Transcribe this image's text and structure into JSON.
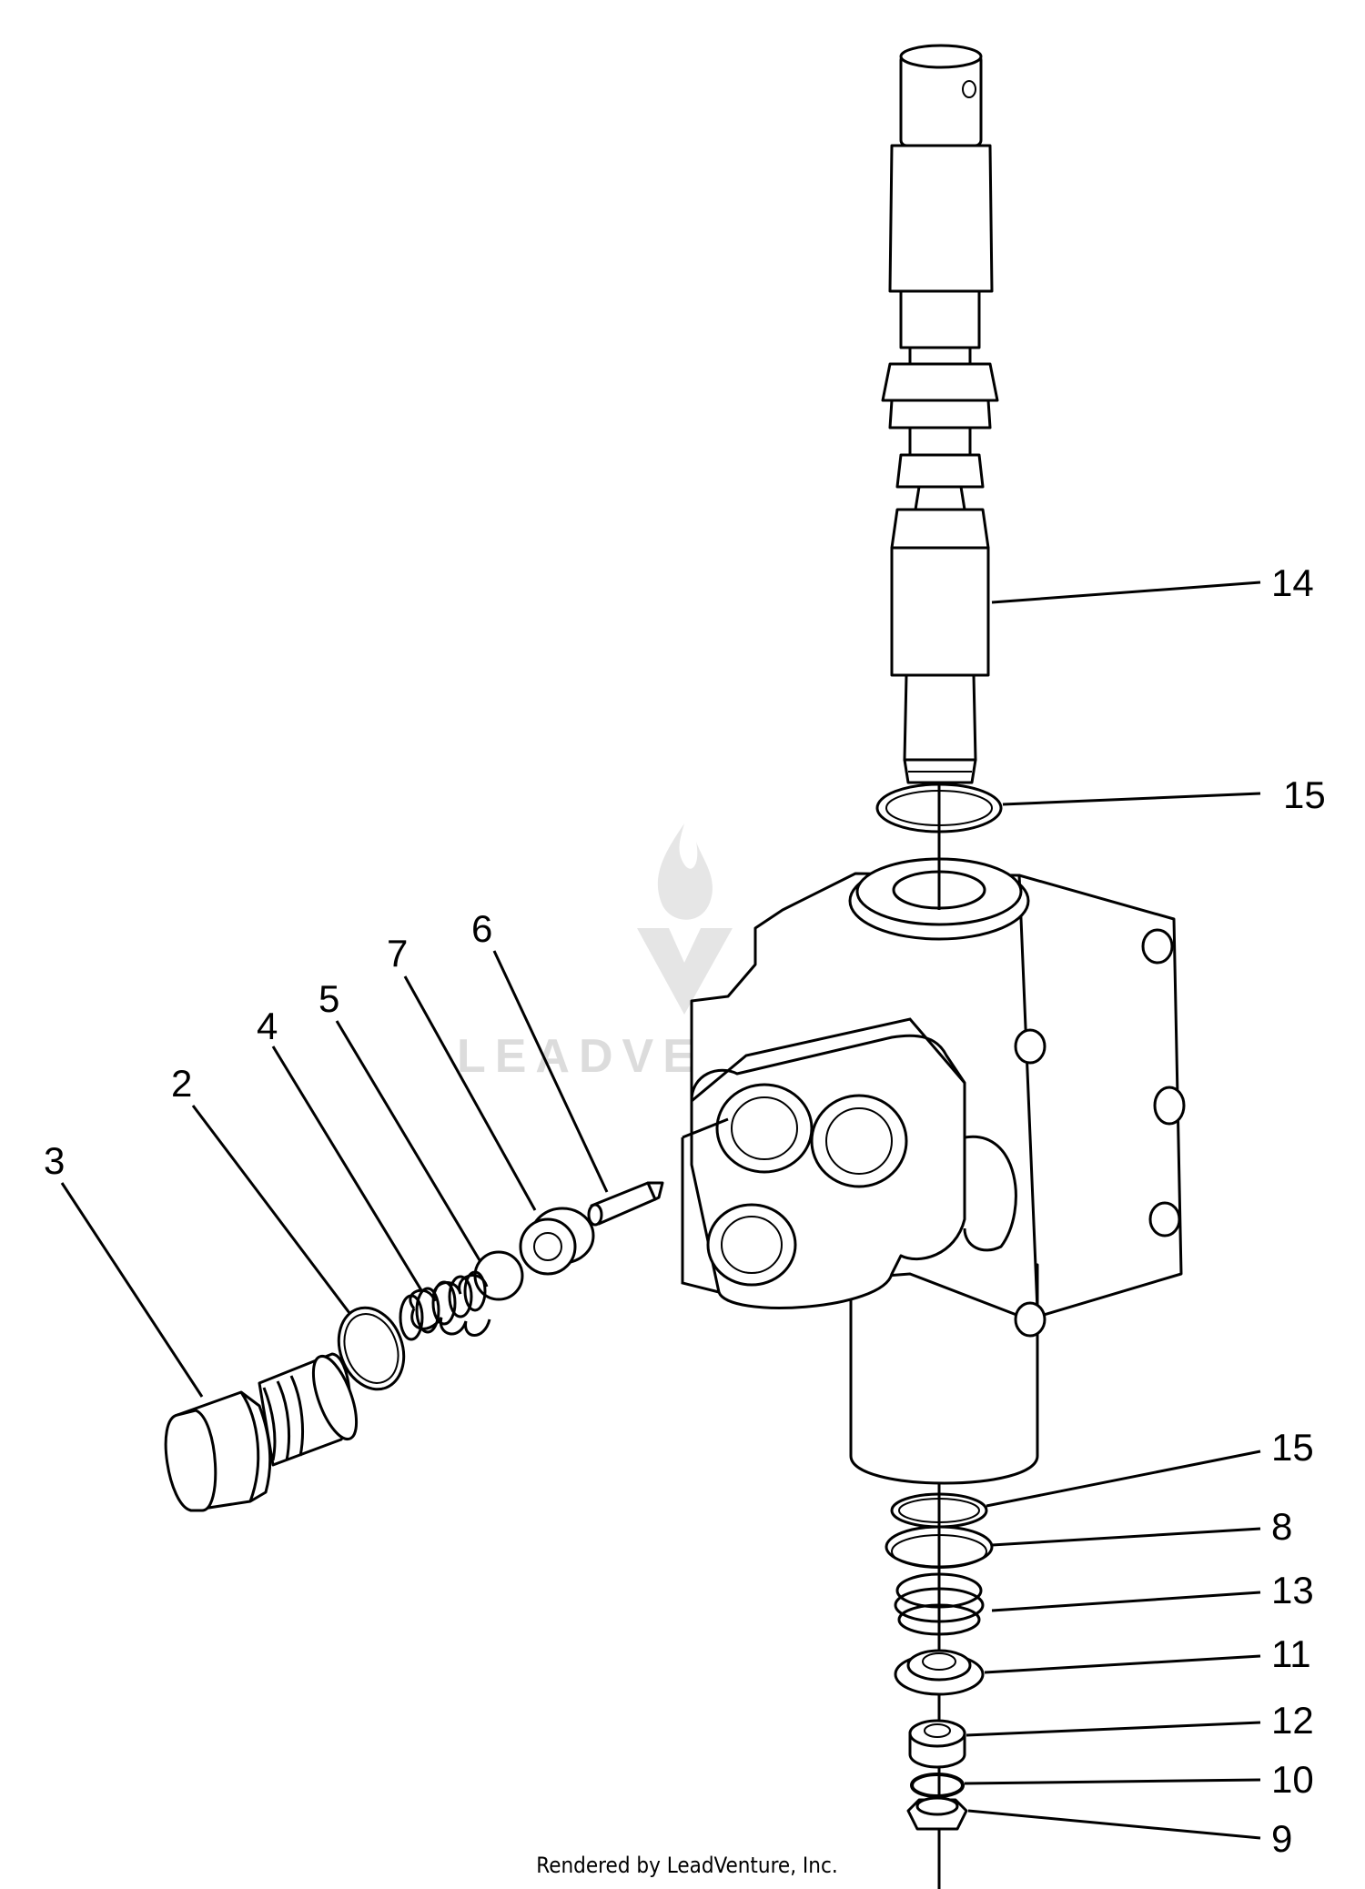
{
  "watermark": {
    "text": "LEADVENTURE",
    "color": "#d9d9d9"
  },
  "credit": "Rendered by LeadVenture, Inc.",
  "callouts": [
    {
      "id": "c14",
      "label": "14"
    },
    {
      "id": "c15a",
      "label": "15"
    },
    {
      "id": "c6",
      "label": "6"
    },
    {
      "id": "c7",
      "label": "7"
    },
    {
      "id": "c5",
      "label": "5"
    },
    {
      "id": "c4",
      "label": "4"
    },
    {
      "id": "c2",
      "label": "2"
    },
    {
      "id": "c3",
      "label": "3"
    },
    {
      "id": "c15b",
      "label": "15"
    },
    {
      "id": "c8",
      "label": "8"
    },
    {
      "id": "c13",
      "label": "13"
    },
    {
      "id": "c11",
      "label": "11"
    },
    {
      "id": "c12",
      "label": "12"
    },
    {
      "id": "c10",
      "label": "10"
    },
    {
      "id": "c9",
      "label": "9"
    }
  ]
}
